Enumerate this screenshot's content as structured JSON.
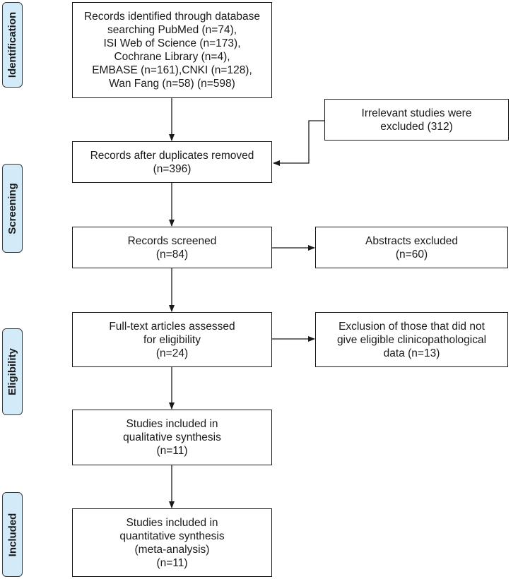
{
  "stages": [
    {
      "id": "identification",
      "label": "Identification"
    },
    {
      "id": "screening",
      "label": "Screening"
    },
    {
      "id": "eligibility",
      "label": "Eligibility"
    },
    {
      "id": "included",
      "label": "Included"
    }
  ],
  "boxes": {
    "identified": {
      "lines": [
        "Records identified through database",
        "searching PubMed (n=74),",
        "ISI Web of Science (n=173),",
        "Cochrane Library (n=4),",
        "EMBASE (n=161),CNKI (n=128),",
        "Wan Fang (n=58) (n=598)"
      ]
    },
    "irrelevant": {
      "lines": [
        "Irrelevant studies were",
        "excluded (312)"
      ]
    },
    "after_duplicates": {
      "lines": [
        "Records after duplicates removed",
        "(n=396)"
      ]
    },
    "screened": {
      "lines": [
        "Records screened",
        "(n=84)"
      ]
    },
    "abstracts_excluded": {
      "lines": [
        "Abstracts excluded",
        "(n=60)"
      ]
    },
    "fulltext": {
      "lines": [
        "Full-text articles assessed",
        "for eligibility",
        "(n=24)"
      ]
    },
    "exclusion": {
      "lines": [
        "Exclusion of those that did not",
        "give eligible clinicopathological",
        "data (n=13)"
      ]
    },
    "qualitative": {
      "lines": [
        "Studies included in",
        "qualitative synthesis",
        "(n=11)"
      ]
    },
    "quantitative": {
      "lines": [
        "Studies included in",
        "quantitative synthesis",
        "(meta-analysis)",
        "(n=11)"
      ]
    }
  }
}
